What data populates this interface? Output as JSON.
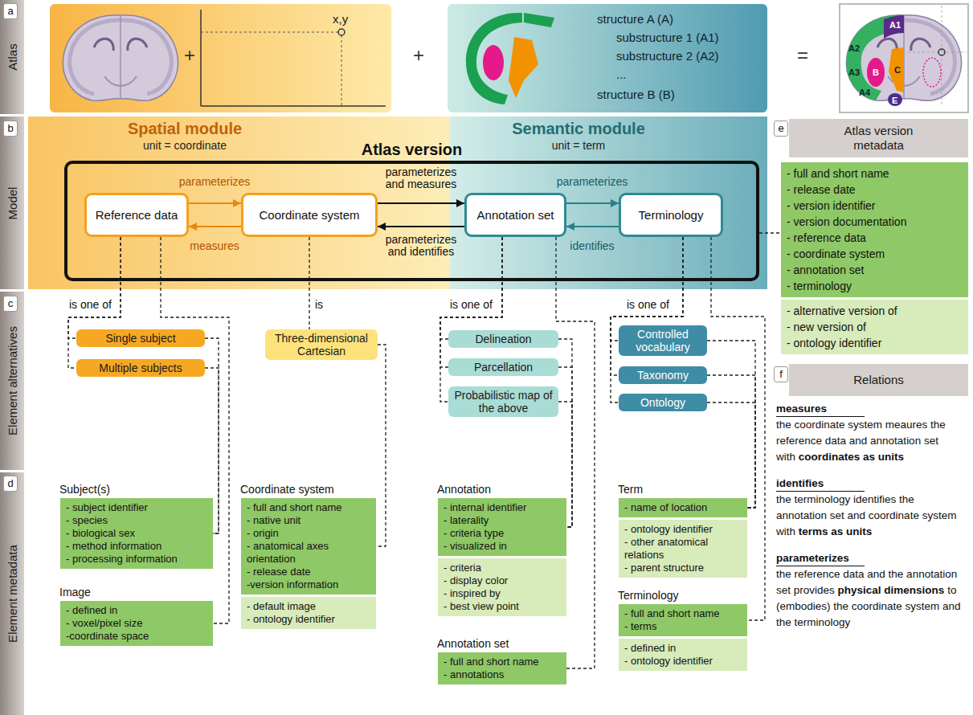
{
  "diagram": {
    "nodes": [
      {
        "text": [
          "Atlas"
        ]
      },
      {
        "text": [
          "x,y"
        ]
      },
      {
        "text": [
          "structure A (A)",
          "substructure 1 (A1)",
          "substructure 2 (A2)",
          "...",
          "structure B (B)"
        ]
      },
      {
        "text": [
          "A1",
          "A2",
          "A3",
          "A4",
          "B",
          "C",
          "E"
        ]
      },
      {
        "text": [
          "Model"
        ]
      },
      {
        "text": [
          "Atlas version"
        ]
      },
      {
        "text": [
          "Reference data"
        ],
        "in": 5
      },
      {
        "text": [
          "Coordinate system"
        ],
        "in": 5
      },
      {
        "text": [
          "Annotation set"
        ],
        "in": 5
      },
      {
        "text": [
          "Terminology"
        ],
        "in": 5
      },
      {
        "text": [
          "Atlas version metadata"
        ]
      },
      {
        "text": [
          "- full and short name",
          "- release date",
          "- version identifier",
          "- version documentation",
          "- reference data",
          "- coordinate system",
          "- annotation set",
          "- terminology"
        ]
      },
      {
        "text": [
          "- alternative version of",
          "- new version of",
          "- ontology identifier"
        ]
      },
      {
        "text": [
          "Element alternatives"
        ]
      },
      {
        "text": [
          "Single subject"
        ]
      },
      {
        "text": [
          "Multiple subjects"
        ]
      },
      {
        "text": [
          "Three-dimensional Cartesian"
        ]
      },
      {
        "text": [
          "Delineation"
        ]
      },
      {
        "text": [
          "Parcellation"
        ]
      },
      {
        "text": [
          "Probabilistic map of the above"
        ]
      },
      {
        "text": [
          "Controlled vocabulary"
        ]
      },
      {
        "text": [
          "Taxonomy"
        ]
      },
      {
        "text": [
          "Ontology"
        ]
      },
      {
        "text": [
          "Relations"
        ]
      },
      {
        "text": [
          "Element metadata"
        ]
      },
      {
        "text": [
          "Subject(s)",
          "- subject identifier",
          "- species",
          "- biological sex",
          "- method information",
          "- processing information"
        ]
      },
      {
        "text": [
          "Image",
          "- defined in",
          "- voxel/pixel size",
          "-coordinate space"
        ]
      },
      {
        "text": [
          "Coordinate system",
          "- full and short name",
          "- native unit",
          "- origin",
          "- anatomical axes orientation",
          "- release date",
          "-version information"
        ]
      },
      {
        "text": [
          "- default image",
          "- ontology identifier"
        ]
      },
      {
        "text": [
          "Annotation",
          "- internal identifier",
          "- laterality",
          "- criteria type",
          "- visualized in"
        ]
      },
      {
        "text": [
          "- criteria",
          "- display color",
          "- inspired by",
          "- best view point"
        ]
      },
      {
        "text": [
          "Annotation set",
          "- full and short name",
          "- annotations"
        ]
      },
      {
        "text": [
          "Term",
          "- name of location"
        ]
      },
      {
        "text": [
          "- ontology identifier",
          "- other anatomical relations",
          "- parent structure"
        ]
      },
      {
        "text": [
          "Terminology",
          "- full and short name",
          "- terms"
        ]
      },
      {
        "text": [
          "- defined in",
          "- ontology identifier"
        ]
      }
    ],
    "edges": [
      {
        "from": 6,
        "to": 7,
        "arrow": "to",
        "label": "parameterizes"
      },
      {
        "from": 7,
        "to": 6,
        "arrow": "to",
        "label": "measures"
      },
      {
        "from": 7,
        "to": 8,
        "arrow": "to",
        "label": "parameterizes and measures"
      },
      {
        "from": 8,
        "to": 7,
        "arrow": "to",
        "label": "parameterizes and identifies"
      },
      {
        "from": 8,
        "to": 9,
        "arrow": "to",
        "label": "parameterizes"
      },
      {
        "from": 9,
        "to": 8,
        "arrow": "to",
        "label": "identifies"
      },
      {
        "from": 6,
        "to": 14,
        "arrow": "none"
      },
      {
        "from": 6,
        "to": 15,
        "arrow": "none"
      },
      {
        "from": 7,
        "to": 16,
        "arrow": "none"
      },
      {
        "from": 8,
        "to": 17,
        "arrow": "none"
      },
      {
        "from": 8,
        "to": 18,
        "arrow": "none"
      },
      {
        "from": 8,
        "to": 19,
        "arrow": "none"
      },
      {
        "from": 9,
        "to": 20,
        "arrow": "none"
      },
      {
        "from": 9,
        "to": 21,
        "arrow": "none"
      },
      {
        "from": 9,
        "to": 22,
        "arrow": "none"
      },
      {
        "from": 5,
        "to": 11,
        "arrow": "none"
      },
      {
        "from": 14,
        "to": 25,
        "arrow": "none"
      },
      {
        "from": 15,
        "to": 25,
        "arrow": "none"
      },
      {
        "from": 6,
        "to": 26,
        "arrow": "none"
      },
      {
        "from": 16,
        "to": 27,
        "arrow": "none"
      },
      {
        "from": 17,
        "to": 29,
        "arrow": "none"
      },
      {
        "from": 18,
        "to": 29,
        "arrow": "none"
      },
      {
        "from": 19,
        "to": 29,
        "arrow": "none"
      },
      {
        "from": 8,
        "to": 31,
        "arrow": "none"
      },
      {
        "from": 20,
        "to": 32,
        "arrow": "none"
      },
      {
        "from": 21,
        "to": 32,
        "arrow": "none"
      },
      {
        "from": 22,
        "to": 32,
        "arrow": "none"
      },
      {
        "from": 9,
        "to": 34,
        "arrow": "none"
      }
    ],
    "labels": [
      "a",
      "+",
      "+",
      "=",
      "b",
      "Spatial module",
      "unit = coordinate",
      "Semantic module",
      "unit = term",
      "e",
      "c",
      "is one of",
      "is",
      "is one of",
      "is one of",
      "f",
      "d",
      "measures",
      "the coordinate system meaures the reference data and annotation set with",
      "coordinates as units",
      "identifies",
      "the terminology identifies the annotation set and coordinate system with",
      "terms as units",
      "parameterizes",
      "the reference data and the annotation set provides",
      "physical dimensions",
      "to (embodies) the coordinate system and the terminology"
    ]
  }
}
